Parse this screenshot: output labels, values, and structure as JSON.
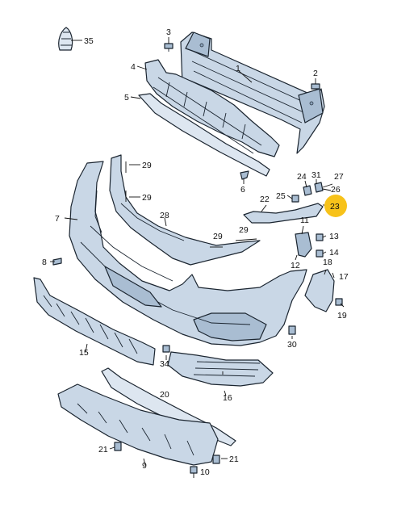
{
  "callouts": {
    "c1": "1",
    "c2": "2",
    "c3": "3",
    "c4": "4",
    "c5": "5",
    "c6": "6",
    "c7": "7",
    "c8": "8",
    "c9": "9",
    "c10": "10",
    "c11": "11",
    "c12": "12",
    "c13": "13",
    "c14": "14",
    "c15": "15",
    "c16": "16",
    "c17": "17",
    "c18": "18",
    "c19": "19",
    "c20": "20",
    "c21a": "21",
    "c21b": "21",
    "c22": "22",
    "c23": "23",
    "c24": "24",
    "c25": "25",
    "c26": "26",
    "c27": "27",
    "c28": "28",
    "c29a": "29",
    "c29b": "29",
    "c29c": "29",
    "c29d": "29",
    "c30": "30",
    "c31": "31",
    "c34": "34",
    "c35": "35"
  },
  "colors": {
    "part_fill": "#c9d7e6",
    "outline": "#1b2530",
    "highlight": "#f7c21a"
  }
}
